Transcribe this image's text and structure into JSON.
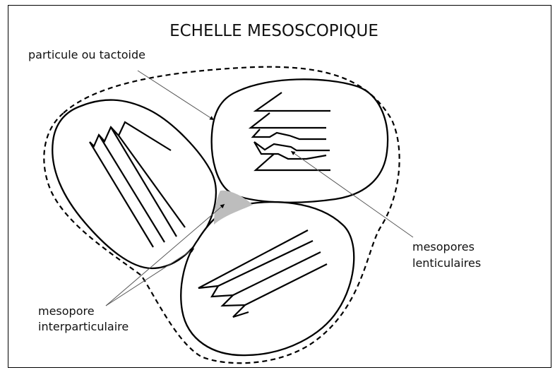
{
  "diagram": {
    "title": "ECHELLE MESOSCOPIQUE",
    "labels": {
      "particle": "particule ou tactoide",
      "lenticular_line1": "mesopores",
      "lenticular_line2": "lenticulaires",
      "interparticle_line1": "mesopore",
      "interparticle_line2": "interparticulaire"
    },
    "colors": {
      "stroke": "#000000",
      "pore_fill": "#bdbdbd",
      "leader": "#555555"
    }
  }
}
